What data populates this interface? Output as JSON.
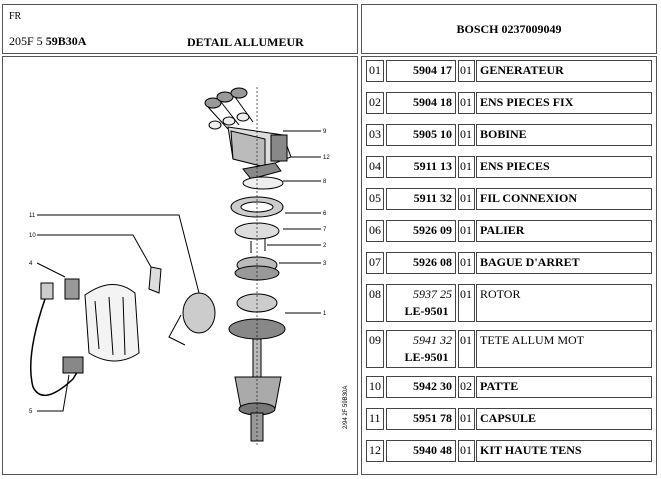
{
  "header": {
    "lang": "FR",
    "model_prefix": "205F 5",
    "model_code": "59B30A",
    "title": "DETAIL ALLUMEUR",
    "reference": "BOSCH 0237009049"
  },
  "illustration": {
    "callouts": [
      "9",
      "12",
      "8",
      "6",
      "7",
      "2",
      "3",
      "1",
      "11",
      "10",
      "4",
      "5"
    ],
    "stamp": "2/94  2F 59B30A"
  },
  "parts": [
    {
      "idx": "01",
      "ref": "5904 17",
      "qty": "01",
      "designation": "GENERATEUR"
    },
    {
      "idx": "02",
      "ref": "5904 18",
      "qty": "01",
      "designation": "ENS PIECES FIX"
    },
    {
      "idx": "03",
      "ref": "5905 10",
      "qty": "01",
      "designation": "BOBINE"
    },
    {
      "idx": "04",
      "ref": "5911 13",
      "qty": "01",
      "designation": "ENS PIECES"
    },
    {
      "idx": "05",
      "ref": "5911 32",
      "qty": "01",
      "designation": "FIL CONNEXION"
    },
    {
      "idx": "06",
      "ref": "5926 09",
      "qty": "01",
      "designation": "PALIER"
    },
    {
      "idx": "07",
      "ref": "5926 08",
      "qty": "01",
      "designation": "BAGUE D'ARRET"
    },
    {
      "idx": "08",
      "ref": "5937 25",
      "sub": "LE-9501",
      "qty": "01",
      "designation": "ROTOR"
    },
    {
      "idx": "09",
      "ref": "5941 32",
      "sub": "LE-9501",
      "qty": "01",
      "designation": "TETE ALLUM MOT"
    },
    {
      "idx": "10",
      "ref": "5942 30",
      "qty": "02",
      "designation": "PATTE"
    },
    {
      "idx": "11",
      "ref": "5951 78",
      "qty": "01",
      "designation": "CAPSULE"
    },
    {
      "idx": "12",
      "ref": "5940 48",
      "qty": "01",
      "designation": "KIT HAUTE TENS"
    }
  ]
}
